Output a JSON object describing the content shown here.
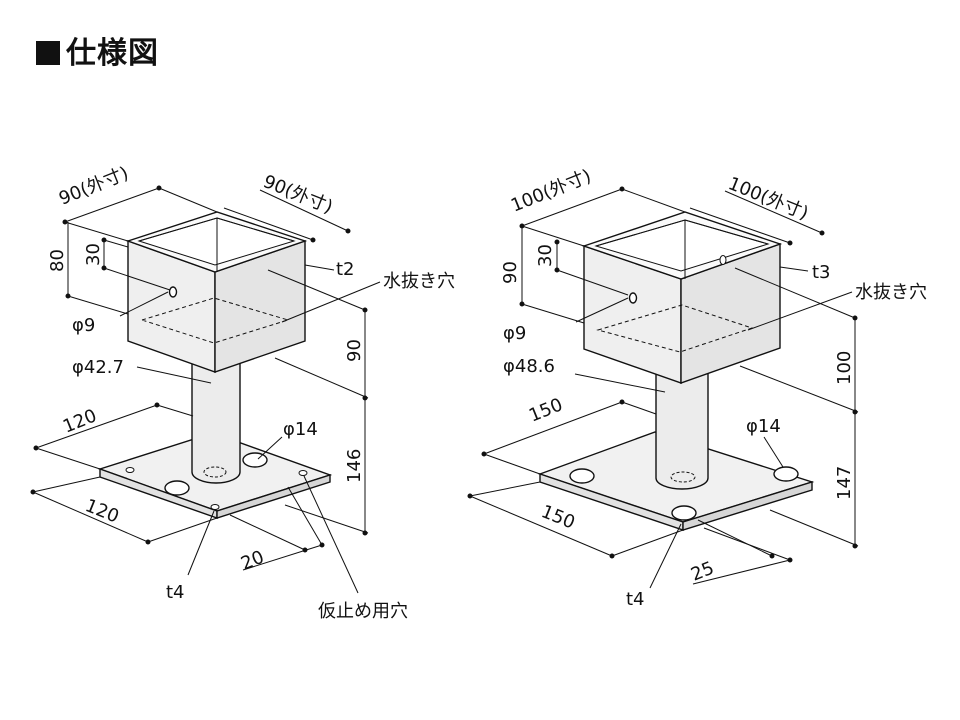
{
  "title": "仕様図",
  "colors": {
    "line": "#111111",
    "box": "#eeeeee",
    "box_dark": "#dddddd",
    "plate": "#f0f0f0",
    "pipe": "#ececec"
  },
  "left": {
    "dim_width_left": "90(外寸)",
    "dim_width_right": "90(外寸)",
    "dim_box_height": "80",
    "dim_hole_height": "30",
    "thickness_box": "t2",
    "drain_hole": "水抜き穴",
    "hole_box": "φ9",
    "pipe_dia": "φ42.7",
    "dim_box_depth": "90",
    "dim_plate_left": "120",
    "hole_plate": "φ14",
    "dim_total_height": "146",
    "dim_plate_bottom": "120",
    "dim_hole_offset": "20",
    "thickness_plate": "t4",
    "temp_hole": "仮止め用穴"
  },
  "right": {
    "dim_width_left": "100(外寸)",
    "dim_width_right": "100(外寸)",
    "dim_box_height": "90",
    "dim_hole_height": "30",
    "thickness_box": "t3",
    "drain_hole": "水抜き穴",
    "hole_box": "φ9",
    "pipe_dia": "φ48.6",
    "dim_box_depth": "100",
    "dim_plate_left": "150",
    "hole_plate": "φ14",
    "dim_total_height": "147",
    "dim_plate_bottom": "150",
    "dim_hole_offset": "25",
    "thickness_plate": "t4"
  }
}
